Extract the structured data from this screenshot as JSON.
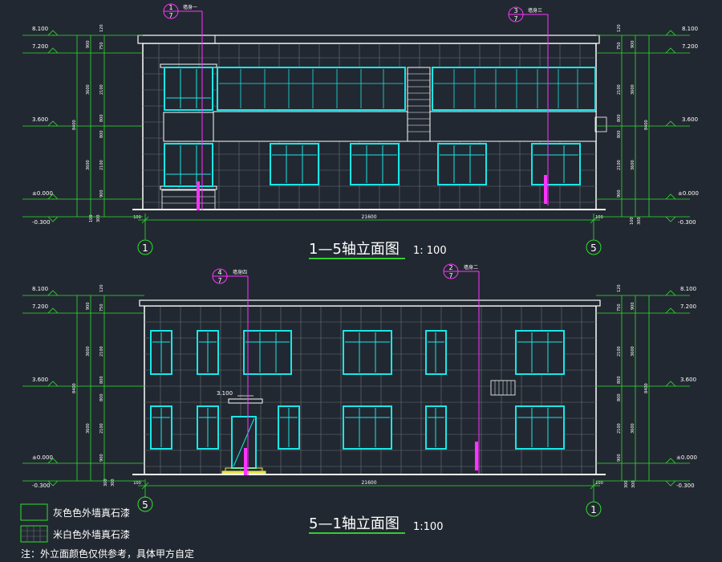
{
  "colors": {
    "background": "#222831",
    "wall": "#ffffff",
    "grid": "#6b7178",
    "dimension": "#2fe02f",
    "window": "#19e6e6",
    "callout": "#ff33ff",
    "annotation": "#ffffff",
    "caption_line": "#33cc33",
    "step": "#e6e64d"
  },
  "elevations": [
    {
      "id": "e15",
      "title": "1—5轴立面图",
      "scale": "1: 100",
      "axis_left": "1",
      "axis_right": "5",
      "total_width": "21600",
      "end_dim": "100",
      "levels": [
        "8.100",
        "7.200",
        "3.600",
        "±0.000",
        "-0.300"
      ],
      "left_inner_dims": [
        "120",
        "750",
        "2100",
        "800",
        "800",
        "2100",
        "900"
      ],
      "left_outer_dims": [
        "900",
        "3600",
        "3600"
      ],
      "right_inner_dims": [
        "120",
        "750",
        "2100",
        "800",
        "800",
        "2100",
        "900"
      ],
      "right_outer_dims": [
        "900",
        "3600",
        "3600"
      ],
      "total_height": "8400",
      "base_dims": [
        "100",
        "300"
      ],
      "callouts": [
        {
          "num": "1",
          "den": "7",
          "label": "墙身一"
        },
        {
          "num": "3",
          "den": "7",
          "label": "墙身三"
        }
      ]
    },
    {
      "id": "e51",
      "title": "5—1轴立面图",
      "scale": "1:100",
      "axis_left": "5",
      "axis_right": "1",
      "total_width": "21600",
      "end_dim": "100",
      "levels": [
        "8.100",
        "7.200",
        "3.600",
        "±0.000",
        "-0.300"
      ],
      "left_inner_dims": [
        "120",
        "750",
        "2100",
        "800",
        "800",
        "2100",
        "900"
      ],
      "left_outer_dims": [
        "900",
        "3600",
        "3600"
      ],
      "right_inner_dims": [
        "120",
        "750",
        "2100",
        "800",
        "800",
        "2100",
        "900"
      ],
      "right_outer_dims": [
        "900",
        "3600",
        "3600"
      ],
      "total_height": "8400",
      "base_dims": [
        "300",
        "300"
      ],
      "canopy_level": "3.100",
      "callouts": [
        {
          "num": "4",
          "den": "7",
          "label": "墙身四"
        },
        {
          "num": "2",
          "den": "7",
          "label": "墙身二"
        }
      ]
    }
  ],
  "legend": [
    {
      "label": "灰色色外墙真石漆"
    },
    {
      "label": "米白色外墙真石漆"
    }
  ],
  "note": "注：外立面颜色仅供参考，具体甲方自定"
}
